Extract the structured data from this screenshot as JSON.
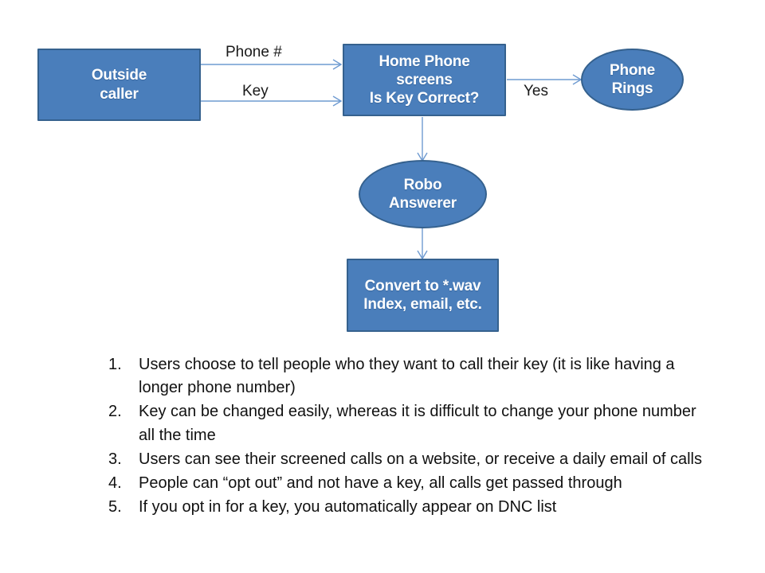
{
  "diagram": {
    "nodes": [
      {
        "id": "outside-caller",
        "shape": "rect",
        "lines": [
          "Outside",
          "caller"
        ]
      },
      {
        "id": "home-phone-screens",
        "shape": "rect",
        "lines": [
          "Home Phone",
          "screens",
          "Is  Key Correct?"
        ]
      },
      {
        "id": "phone-rings",
        "shape": "ellipse",
        "lines": [
          "Phone",
          "Rings"
        ]
      },
      {
        "id": "robo-answerer",
        "shape": "ellipse",
        "lines": [
          "Robo",
          "Answerer"
        ]
      },
      {
        "id": "convert-to-wav",
        "shape": "rect",
        "lines": [
          "Convert to *.wav",
          "Index, email, etc."
        ]
      }
    ],
    "edge_labels": {
      "phone_number": "Phone #",
      "key": "Key",
      "yes": "Yes"
    },
    "colors": {
      "shape_fill": "#4a7ebb",
      "shape_border": "#35618e",
      "shape_text": "#ffffff",
      "connector": "#6f9bd1",
      "background": "#ffffff",
      "body_text": "#111111"
    }
  },
  "notes": {
    "items": [
      {
        "number": "1.",
        "text": "Users choose to tell people who they want to call their key (it is like having a longer phone number)"
      },
      {
        "number": "2.",
        "text": "Key can be changed easily, whereas it is difficult to change your phone number all the time"
      },
      {
        "number": "3.",
        "text": "Users can see their screened calls on a website, or receive a daily email of calls"
      },
      {
        "number": "4.",
        "text": "People can “opt out” and not have a key, all calls get passed through"
      },
      {
        "number": "5.",
        "text": "If you opt in for a key, you automatically appear on DNC list"
      }
    ]
  }
}
